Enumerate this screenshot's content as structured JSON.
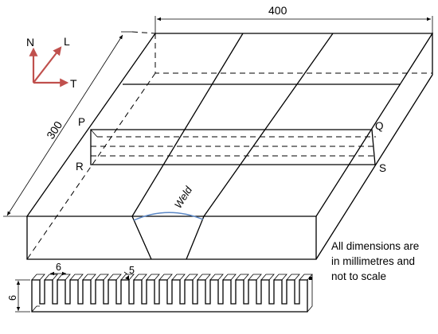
{
  "labels": {
    "length_dim": "400",
    "width_dim": "300",
    "corner_p": "P",
    "corner_q": "Q",
    "corner_r": "R",
    "corner_s": "S",
    "weld": "Weld",
    "tooth_width": "6",
    "gap_width": "5",
    "height_dim": "6"
  },
  "axes": {
    "n": "N",
    "l": "L",
    "t": "T",
    "color": "#c0504d"
  },
  "note": [
    "All dimensions are",
    "in millimetres and",
    "not to scale"
  ],
  "colors": {
    "weld_curve": "#5b87c5"
  }
}
